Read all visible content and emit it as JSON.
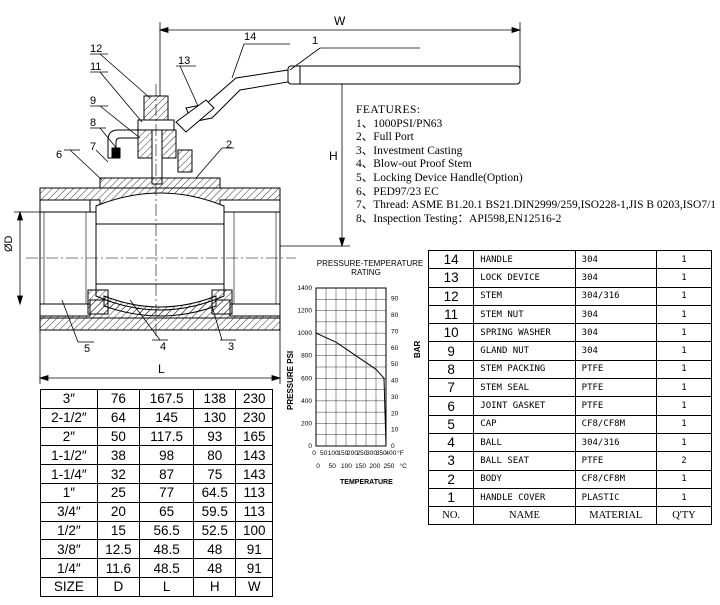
{
  "dimension_labels": {
    "W": "W",
    "H": "H",
    "L": "L",
    "D": "ØD"
  },
  "callouts": [
    "1",
    "2",
    "3",
    "4",
    "5",
    "6",
    "7",
    "8",
    "9",
    "11",
    "12",
    "13",
    "14"
  ],
  "features": {
    "title": "FEATURES:",
    "items": [
      "1、1000PSI/PN63",
      "2、Full Port",
      "3、Investment Casting",
      "4、Blow-out Proof Stem",
      "5、Locking Device Handle(Option)",
      "6、PED97/23 EC",
      "7、Thread: ASME B1.20.1 BS21.DIN2999/259,ISO228-1,JIS B 0203,ISO7/1",
      "8、Inspection Testing：API598,EN12516-2"
    ]
  },
  "chart_data": {
    "type": "line",
    "title": "PRESSURE-TEMPERATURE RATING",
    "ylabel_left": "PRESSURE PSI",
    "ylabel_right": "BAR",
    "xlabel": "TEMPERATURE",
    "x_ticks_f": [
      "0",
      "50",
      "100",
      "150",
      "200",
      "250",
      "300",
      "350",
      "400",
      "°F"
    ],
    "x_ticks_c": [
      "0",
      "50",
      "100",
      "150",
      "200",
      "250",
      "°C"
    ],
    "y_ticks_psi": [
      "0",
      "200",
      "400",
      "600",
      "800",
      "1000",
      "1200",
      "1400"
    ],
    "y_ticks_bar": [
      "0",
      "10",
      "20",
      "30",
      "40",
      "50",
      "60",
      "70",
      "80",
      "90"
    ],
    "series": [
      {
        "x": [
          0,
          100,
          300,
          340,
          350
        ],
        "y": [
          1000,
          920,
          680,
          600,
          0
        ]
      }
    ]
  },
  "size_table": {
    "headers": [
      "SIZE",
      "D",
      "L",
      "H",
      "W"
    ],
    "rows": [
      [
        "3″",
        "76",
        "167.5",
        "138",
        "230"
      ],
      [
        "2-1/2″",
        "64",
        "145",
        "130",
        "230"
      ],
      [
        "2″",
        "50",
        "117.5",
        "93",
        "165"
      ],
      [
        "1-1/2″",
        "38",
        "98",
        "80",
        "143"
      ],
      [
        "1-1/4″",
        "32",
        "87",
        "75",
        "143"
      ],
      [
        "1″",
        "25",
        "77",
        "64.5",
        "113"
      ],
      [
        "3/4″",
        "20",
        "65",
        "59.5",
        "113"
      ],
      [
        "1/2″",
        "15",
        "56.5",
        "52.5",
        "100"
      ],
      [
        "3/8″",
        "12.5",
        "48.5",
        "48",
        "91"
      ],
      [
        "1/4″",
        "11.6",
        "48.5",
        "48",
        "91"
      ]
    ]
  },
  "parts_table": {
    "headers": [
      "NO.",
      "NAME",
      "MATERIAL",
      "Q'TY"
    ],
    "rows": [
      [
        "14",
        "HANDLE",
        "304",
        "1"
      ],
      [
        "13",
        "LOCK DEVICE",
        "304",
        "1"
      ],
      [
        "12",
        "STEM",
        "304/316",
        "1"
      ],
      [
        "11",
        "STEM NUT",
        "304",
        "1"
      ],
      [
        "10",
        "SPRING WASHER",
        "304",
        "1"
      ],
      [
        "9",
        "GLAND NUT",
        "304",
        "1"
      ],
      [
        "8",
        "STEM PACKING",
        "PTFE",
        "1"
      ],
      [
        "7",
        "STEM SEAL",
        "PTFE",
        "1"
      ],
      [
        "6",
        "JOINT GASKET",
        "PTFE",
        "1"
      ],
      [
        "5",
        "CAP",
        "CF8/CF8M",
        "1"
      ],
      [
        "4",
        "BALL",
        "304/316",
        "1"
      ],
      [
        "3",
        "BALL SEAT",
        "PTFE",
        "2"
      ],
      [
        "2",
        "BODY",
        "CF8/CF8M",
        "1"
      ],
      [
        "1",
        "HANDLE COVER",
        "PLASTIC",
        "1"
      ]
    ]
  }
}
